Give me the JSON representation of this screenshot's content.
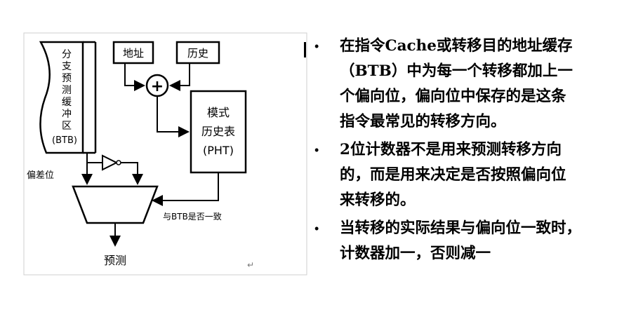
{
  "diagram": {
    "branch_buffer_chars": [
      "分",
      "支",
      "预",
      "测",
      "缓",
      "冲",
      "区"
    ],
    "branch_buffer_btb": "(BTB)",
    "address_label": "地址",
    "history_label": "历史",
    "adder_symbol": "+",
    "pht_lines": [
      "模式",
      "历史表",
      "(PHT)"
    ],
    "bias_bit_label": "偏差位",
    "agree_label": "与BTB是否一致",
    "predict_label": "预测",
    "return_mark": "↵"
  },
  "bullets": [
    {
      "lines": [
        "在指令Cache或转移目的地址缓存",
        "（BTB）中为每一个转移都加上一",
        "个偏向位，偏向位中保存的是这条",
        "指令最常见的转移方向。"
      ]
    },
    {
      "lines": [
        "2位计数器不是用来预测转移方向",
        "的，而是用来决定是否按照偏向位",
        "来转移的。"
      ]
    },
    {
      "lines": [
        "当转移的实际结果与偏向位一致时，",
        "计数器加一，否则减一"
      ]
    }
  ],
  "colors": {
    "line": "#000000",
    "frame": "#cfcfcf"
  }
}
